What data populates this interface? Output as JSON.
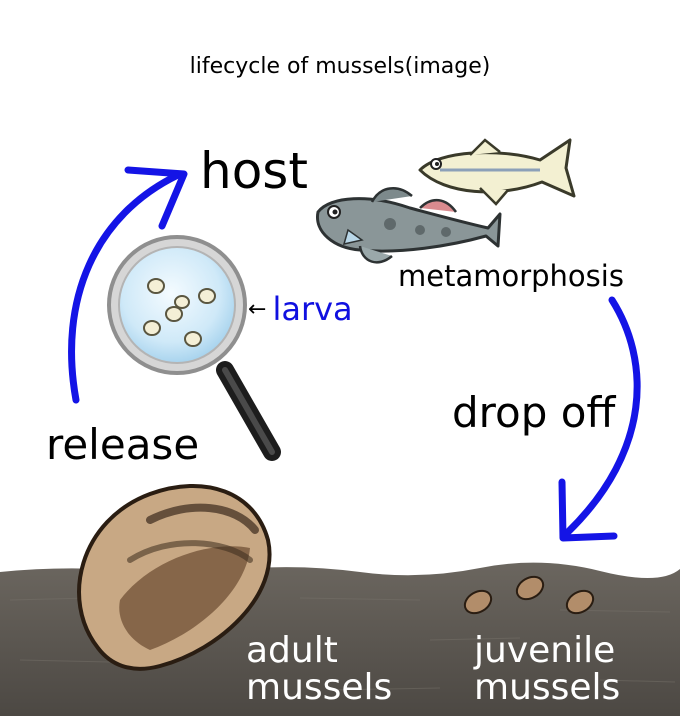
{
  "title": "lifecycle of mussels(image)",
  "labels": {
    "host": "host",
    "metamorphosis": "metamorphosis",
    "larva_arrow": "←",
    "larva": "larva",
    "drop_off": "drop off",
    "release": "release",
    "adult_line1": "adult",
    "adult_line2": "mussels",
    "juvenile_line1": "juvenile",
    "juvenile_line2": "mussels"
  },
  "colors": {
    "cycle_arrow": "#1414e6",
    "larva_text": "#1010e0",
    "ground": "#5a5650",
    "shell_dark": "#3a2a1c",
    "shell_mid": "#7a5a3e",
    "shell_light": "#c8a884"
  },
  "icons": [
    "fish-icon",
    "goby-fish-icon",
    "magnifier-icon",
    "larva-icon",
    "adult-mussel-icon",
    "juvenile-mussel-icon"
  ]
}
